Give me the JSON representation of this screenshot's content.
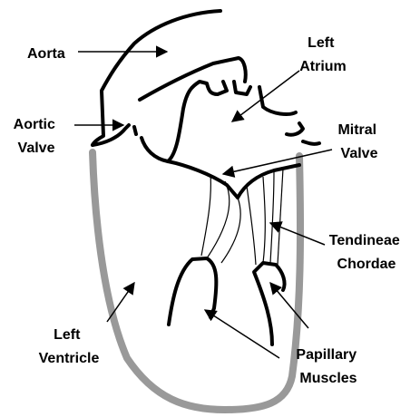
{
  "diagram": {
    "labels": {
      "aorta": [
        "Aorta"
      ],
      "left_atrium": [
        "Left",
        "Atrium"
      ],
      "aortic_valve": [
        "Aortic",
        "Valve"
      ],
      "mitral_valve": [
        "Mitral",
        "Valve"
      ],
      "tendineae_chordae": [
        "Tendineae",
        "Chordae"
      ],
      "left_ventricle": [
        "Left",
        "Ventricle"
      ],
      "papillary_muscles": [
        "Papillary",
        "Muscles"
      ]
    },
    "colors": {
      "outline": "#000000",
      "ventricle_wall": "#999999",
      "background": "#ffffff"
    }
  }
}
